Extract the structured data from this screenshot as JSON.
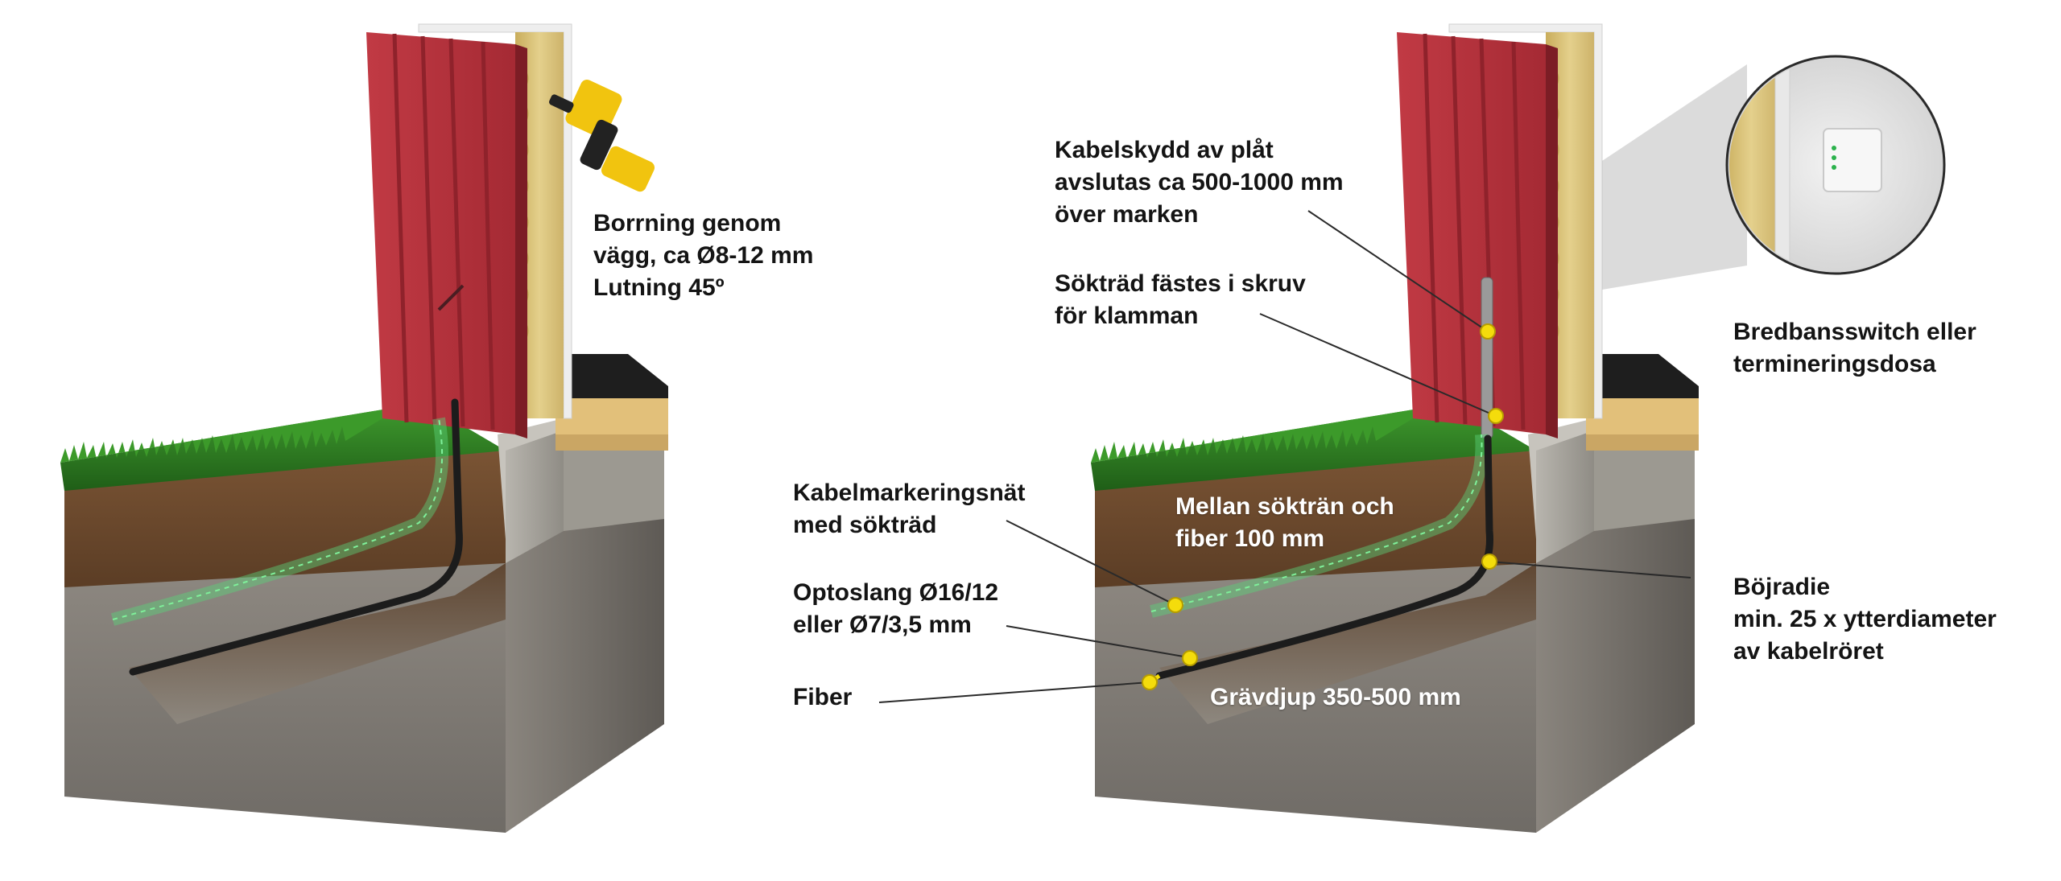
{
  "labels": {
    "drilling": "Borrning genom\nvägg, ca Ø8-12 mm\nLutning 45º",
    "cable_guard": "Kabelskydd av plåt\navslutas ca 500-1000 mm\növer marken",
    "search_wire": "Sökträd fästes i skruv\nför klamman",
    "marker_net": "Kabelmarkeringsnät\nmed sökträd",
    "opto_hose": "Optoslang Ø16/12\neller Ø7/3,5 mm",
    "fiber": "Fiber",
    "spacing": "Mellan sökträn och\nfiber 100 mm",
    "bend_radius": "Böjradie\nmin. 25 x ytterdiameter\nav kabelröret",
    "dig_depth": "Grävdjup 350-500 mm",
    "switch": "Bredbansswitch eller\ntermineringsdosa"
  },
  "colors": {
    "panel_red": "#b7323c",
    "grass": "#2f7d22",
    "soil": "#6b4a2f",
    "gravel": "#8e8a84",
    "insulation": "#dcc578",
    "concrete": "#a9a69f",
    "marker": "#f4dc0c",
    "cable": "#1c1c1c",
    "mesh": "#58d27a",
    "drill": "#f1c40f"
  },
  "icons": [
    "drill-icon",
    "switch-box-icon",
    "callout-marker-icon"
  ]
}
